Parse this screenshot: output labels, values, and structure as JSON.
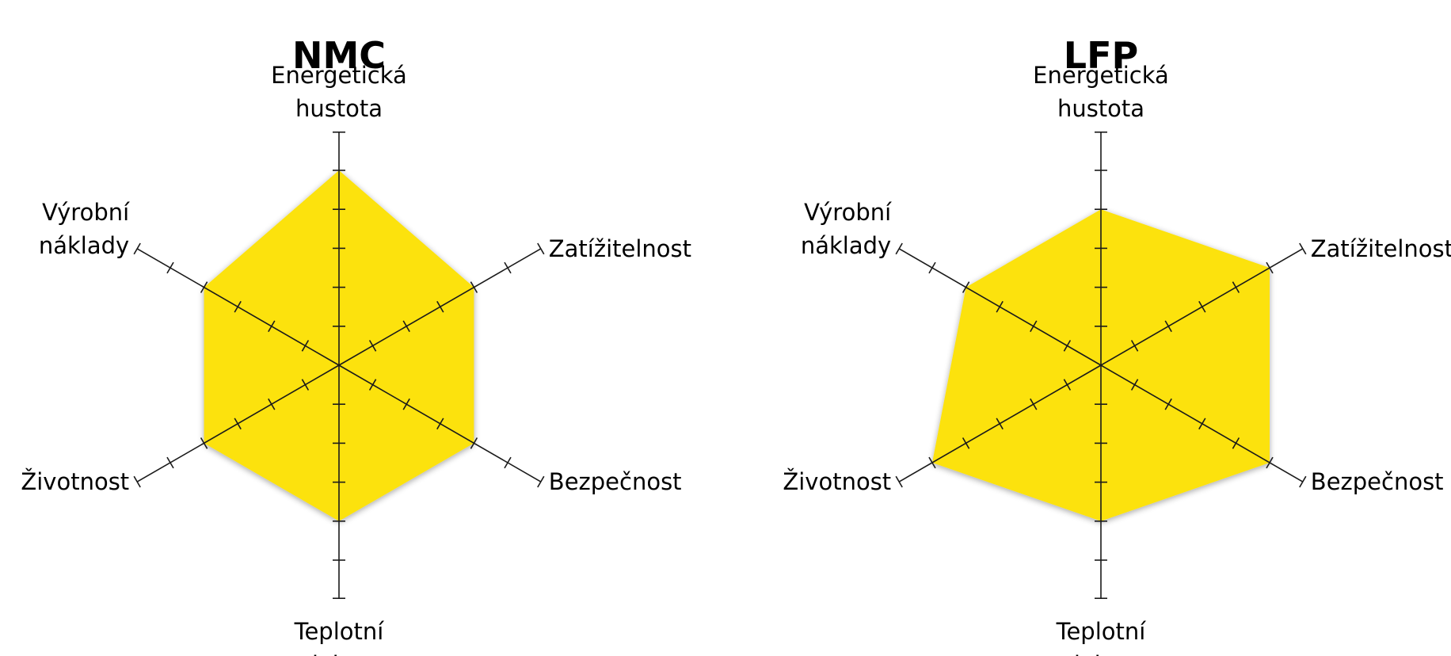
{
  "colors": {
    "fill": "#FCE20F",
    "axis": "#1A1A1A",
    "text": "#000000",
    "background": "#FFFFFF"
  },
  "chart_data": [
    {
      "type": "radar",
      "title": "NMC",
      "scale_max": 5,
      "grid": false,
      "axes": [
        {
          "label": [
            "Energetická",
            "hustota"
          ],
          "value": 5
        },
        {
          "label": [
            "Zatížitelnost"
          ],
          "value": 4
        },
        {
          "label": [
            "Bezpečnost"
          ],
          "value": 4
        },
        {
          "label": [
            "Teplotní",
            "odolnost"
          ],
          "value": 4
        },
        {
          "label": [
            "Životnost"
          ],
          "value": 4
        },
        {
          "label": [
            "Výrobní",
            "náklady"
          ],
          "value": 4
        }
      ]
    },
    {
      "type": "radar",
      "title": "LFP",
      "scale_max": 5,
      "grid": false,
      "axes": [
        {
          "label": [
            "Energetická",
            "hustota"
          ],
          "value": 4
        },
        {
          "label": [
            "Zatížitelnost"
          ],
          "value": 5
        },
        {
          "label": [
            "Bezpečnost"
          ],
          "value": 5
        },
        {
          "label": [
            "Teplotní",
            "odolnost"
          ],
          "value": 4
        },
        {
          "label": [
            "Životnost"
          ],
          "value": 5
        },
        {
          "label": [
            "Výrobní",
            "náklady"
          ],
          "value": 4
        }
      ]
    }
  ]
}
